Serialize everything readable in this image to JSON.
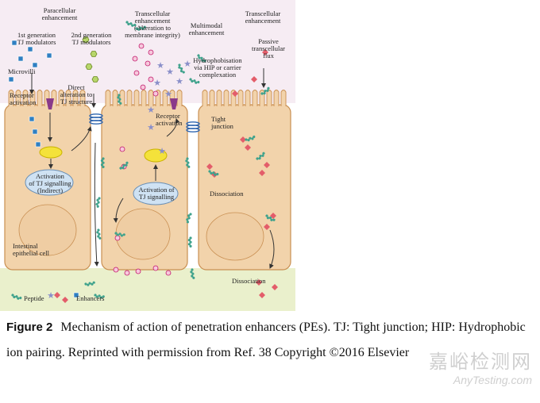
{
  "figure": {
    "labels": {
      "paracellular": "Paracellular\nenhancement",
      "gen1": "1st generation\nTJ modulators",
      "gen2": "2nd generation\nTJ modulators",
      "transcellular_integrity": "Transcellular\nenhancement\n(Alteration to\nmembrane integrity)",
      "multimodal": "Multimodal\nenhancement",
      "transcellular": "Transcellular\nenhancement",
      "passive": "Passive\ntranscellular\nflux",
      "hydrophobisation": "Hydrophobisation\nvia HIP or carrier\ncomplexation",
      "microvilli": "Microvilli",
      "receptor1": "Receptor\nactivation",
      "direct": "Direct\nalteration to\nTJ structure",
      "receptor2": "Receptor\nactivation",
      "tight": "Tight\njunction",
      "activation1": "Activation\nof TJ signalling\n(Indirect)",
      "activation2": "Activation of\nTJ signalling",
      "dissociation1": "Dissociation",
      "dissociation2": "Dissociation",
      "intestinal": "Intestinal\nepithelial cell",
      "peptide": "Peptide",
      "enhancers": "Enhancers"
    },
    "colors": {
      "cell_fill": "#f2d3ab",
      "cell_stroke": "#c98f52",
      "nucleus": "#efcda3",
      "lumen": "#f6ecf3",
      "basal": "#eaf0cc",
      "peptide_diamond": "#e35d6a",
      "enhancer_square": "#2f7fc2",
      "star": "#8a8fc9",
      "junction": "#2f66b0",
      "chain": "#3fa28c",
      "receptor": "#8a3a8a",
      "ellipse": "#cfe2f3"
    }
  },
  "caption": {
    "figure_label": "Figure 2",
    "text": "Mechanism of action of penetration enhancers (PEs). TJ: Tight junction; HIP: Hydrophobic ion pairing. Reprinted with permission from Ref. 38 Copyright ©2016 Elsevier"
  },
  "watermark": {
    "cn": "嘉峪检测网",
    "en": "AnyTesting.com"
  }
}
